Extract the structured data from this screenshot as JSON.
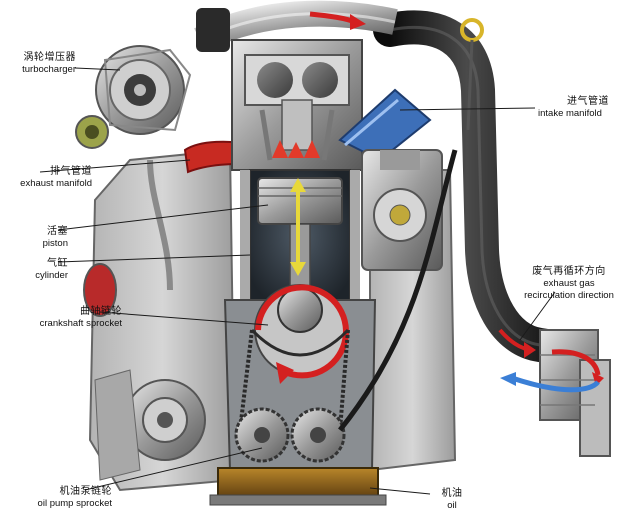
{
  "labels": {
    "turbocharger": {
      "zh": "涡轮增压器",
      "en": "turbocharger"
    },
    "exhaust_manifold": {
      "zh": "排气管道",
      "en": "exhaust manifold"
    },
    "piston": {
      "zh": "活塞",
      "en": "piston"
    },
    "cylinder": {
      "zh": "气缸",
      "en": "cylinder"
    },
    "crankshaft_sprocket": {
      "zh": "曲轴链轮",
      "en": "crankshaft sprocket"
    },
    "oil_pump_sprocket": {
      "zh": "机油泵链轮",
      "en": "oil pump sprocket"
    },
    "intake_manifold": {
      "zh": "进气管道",
      "en": "intake manifold"
    },
    "egr": {
      "zh": "废气再循环方向",
      "en_line1": "exhaust gas",
      "en_line2": "recirculation direction"
    },
    "oil": {
      "zh": "机油",
      "en": "oil"
    }
  },
  "colors": {
    "exhaust_flow": "#d42020",
    "intake_flow": "#3b7fd6",
    "piston_stroke": "#e8d83a",
    "leader_line": "#1a1a1a"
  }
}
